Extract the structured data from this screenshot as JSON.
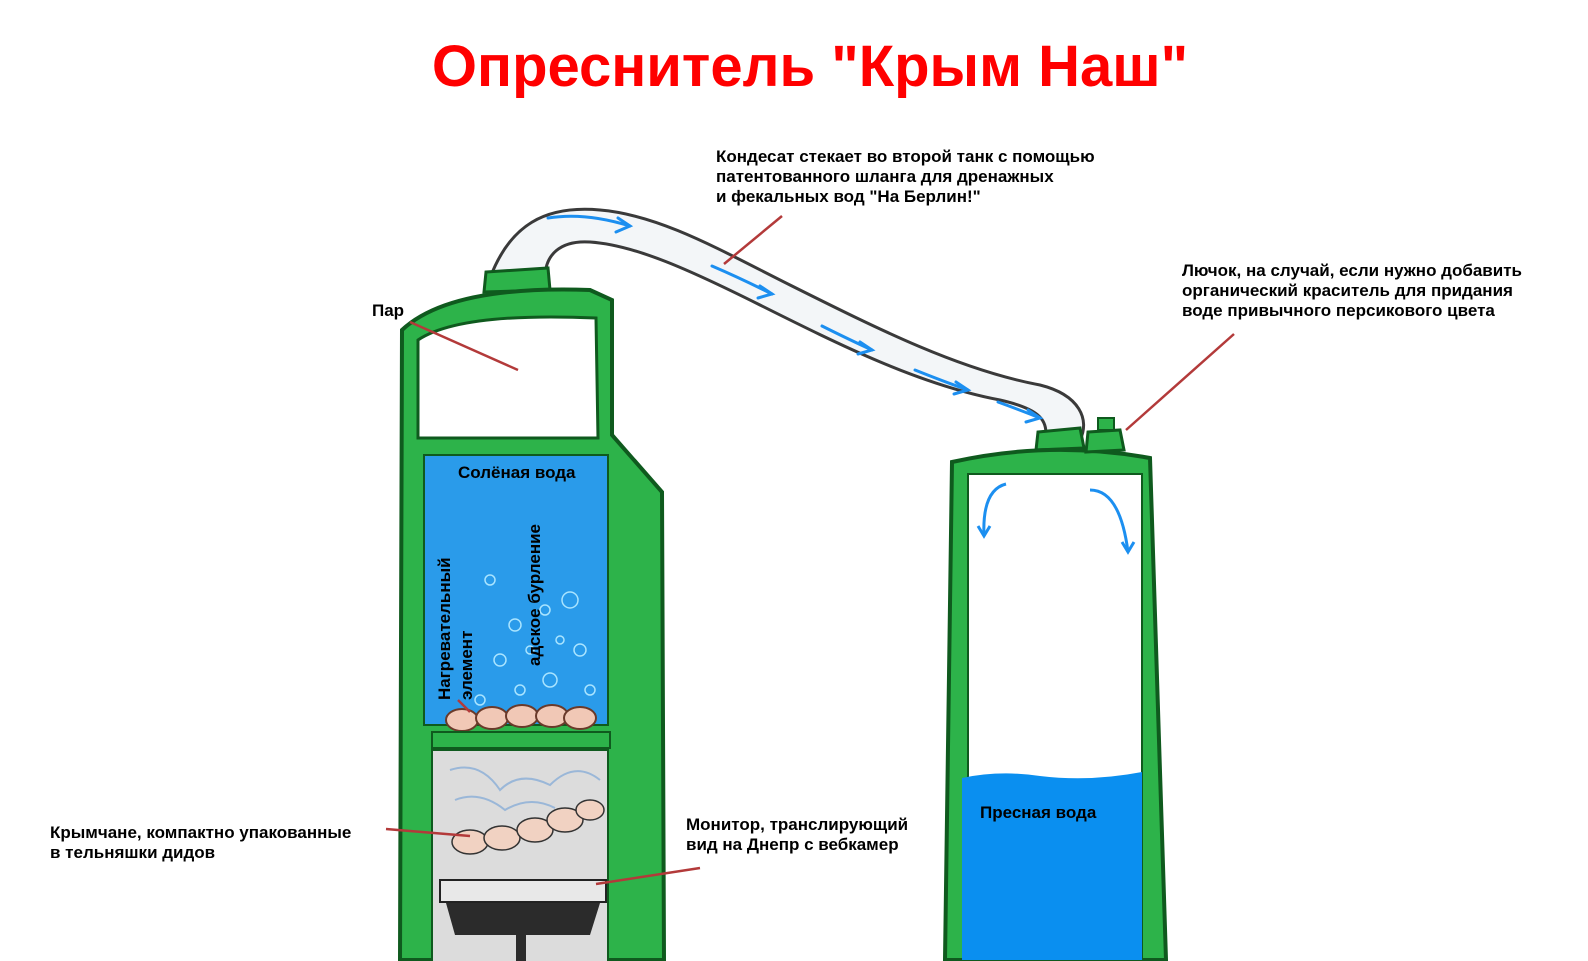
{
  "title": "Опреснитель \"Крым Наш\"",
  "labels": {
    "hose_line1": "Кондесат стекает во второй танк  с помощью",
    "hose_line2": "патентованного шланга для дренажных",
    "hose_line3": "и фекальных вод \"На Берлин!\"",
    "hatch_line1": "Лючок, на случай, если нужно добавить",
    "hatch_line2": "органический краситель для придания",
    "hatch_line3": "воде привычного персикового цвета",
    "steam": "Пар",
    "salt_water": "Солёная вода",
    "boiling": "адское бурление",
    "heater_line1": "Нагревательный",
    "heater_line2": "элемент",
    "crimeans_line1": "Крымчане, компактно  упакованные",
    "crimeans_line2": "в тельняшки дидов",
    "monitor_line1": "Монитор, транслирующий",
    "monitor_line2": "вид на Днепр с вебкамер",
    "fresh_water": "Пресная вода"
  },
  "colors": {
    "title": "#ff0000",
    "tank_green": "#2db34a",
    "tank_outline": "#0f5a1e",
    "salt_water": "#2a9bea",
    "fresh_water": "#0a8ff0",
    "arrow_blue": "#1c8ff0",
    "pointer": "#b33a3a",
    "hose_fill": "#f3f6f8"
  }
}
